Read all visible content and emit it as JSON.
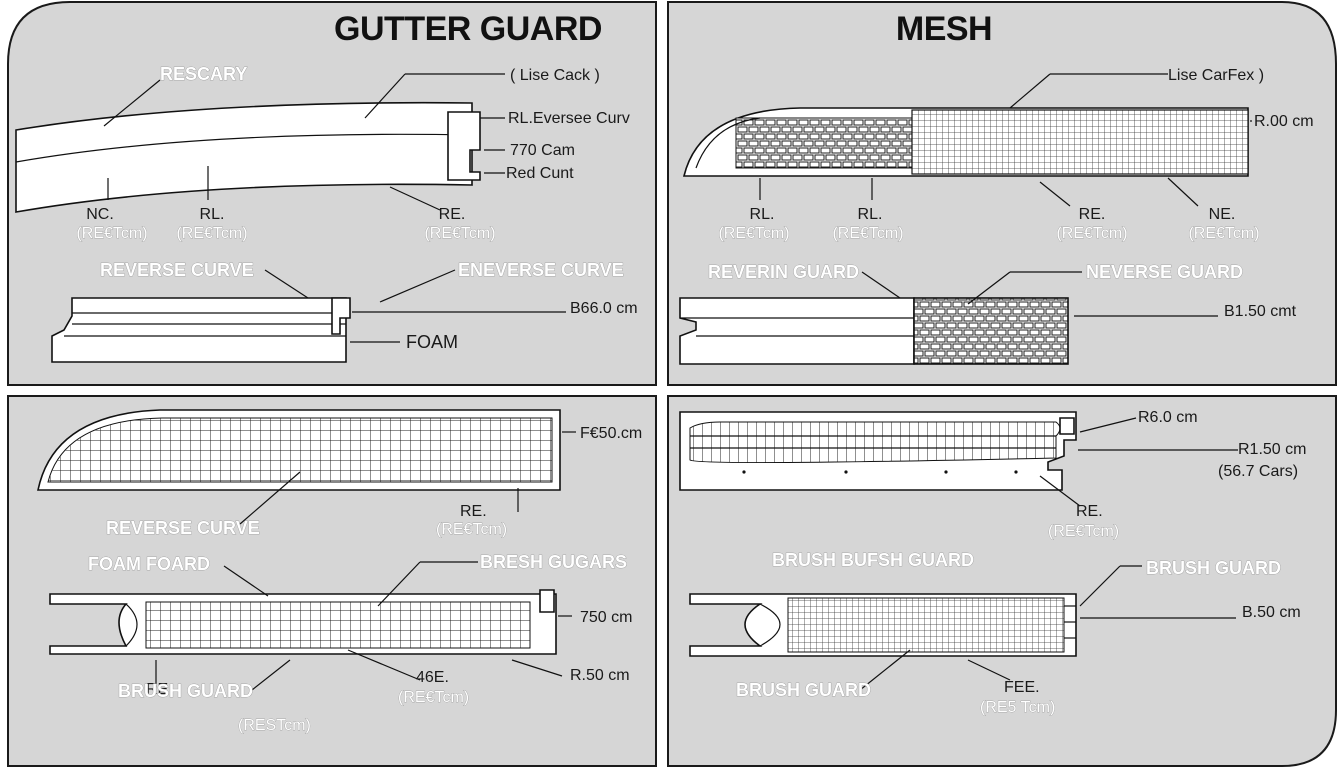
{
  "panels": {
    "gutter_guard": {
      "title": "GUTTER GUARD",
      "labels": {
        "rescary": "RESCARY",
        "lise_cack": "( Lise Cack )",
        "reversee_curv": "RL.Eversee Curv",
        "cam_770": "770 Cam",
        "red_cunt": "Red Cunt",
        "nc": "NC.",
        "rl": "RL.",
        "re": "RE.",
        "sub1": "(RE€Tcm)",
        "sub2": "(RE€Tcm)",
        "sub3": "(RE€Tcm)",
        "reverse_curve": "REVERSE CURVE",
        "eneverse_curve": "ENEVERSE CURVE",
        "b66": "B66.0 cm",
        "foam": "FOAM"
      }
    },
    "mesh": {
      "title": "MESH",
      "labels": {
        "lise_carfex": "Lise CarFex )",
        "r00": "R.00 cm",
        "rl1": "RL.",
        "rl2": "RL.",
        "re": "RE.",
        "ne": "NE.",
        "sub1": "(RE€Tcm)",
        "sub2": "(RE€Tcm)",
        "sub3": "(RE€Tcm)",
        "sub4": "(RE€Tcm)",
        "reverin_guard": "REVERIN GUARD",
        "neverse_guard": "NEVERSE GUARD",
        "b150": "B1.50 cmt"
      }
    },
    "foam_brush": {
      "labels": {
        "f650": "F€50.cm",
        "re": "RE.",
        "sub_re": "(RE€Tcm)",
        "reverse_curve": "REVERSE CURVE",
        "foam_foard": "FOAM FOARD",
        "bresh_gugars": "BRESH GUGARS",
        "cm750": "750 cm",
        "r50": "R.50 cm",
        "brush_guard": "BRUSH GUARD",
        "re_small": "RE",
        "k6e": "46E.",
        "sub_k6e": "(RE€Tcm)",
        "sub_bottom": "(RESTcm)"
      }
    },
    "brush_guard": {
      "labels": {
        "r60": "R6.0 cm",
        "r150": "R1.50 cm",
        "cars": "(56.7 Cars)",
        "re": "RE.",
        "sub_re": "(RE€Tcm)",
        "brush_bufsh_guard": "BRUSH BUFSH GUARD",
        "brush_guard_right": "BRUSH GUARD",
        "b650": "B.50 cm",
        "brush_guard_bottom": "BRUSH GUARD",
        "fee": "FEE.",
        "sub_fee": "(RE5 Tcm)"
      }
    }
  },
  "colors": {
    "panel_bg": "#d6d6d6",
    "line": "#111111",
    "highlight_text": "#ffffff"
  }
}
